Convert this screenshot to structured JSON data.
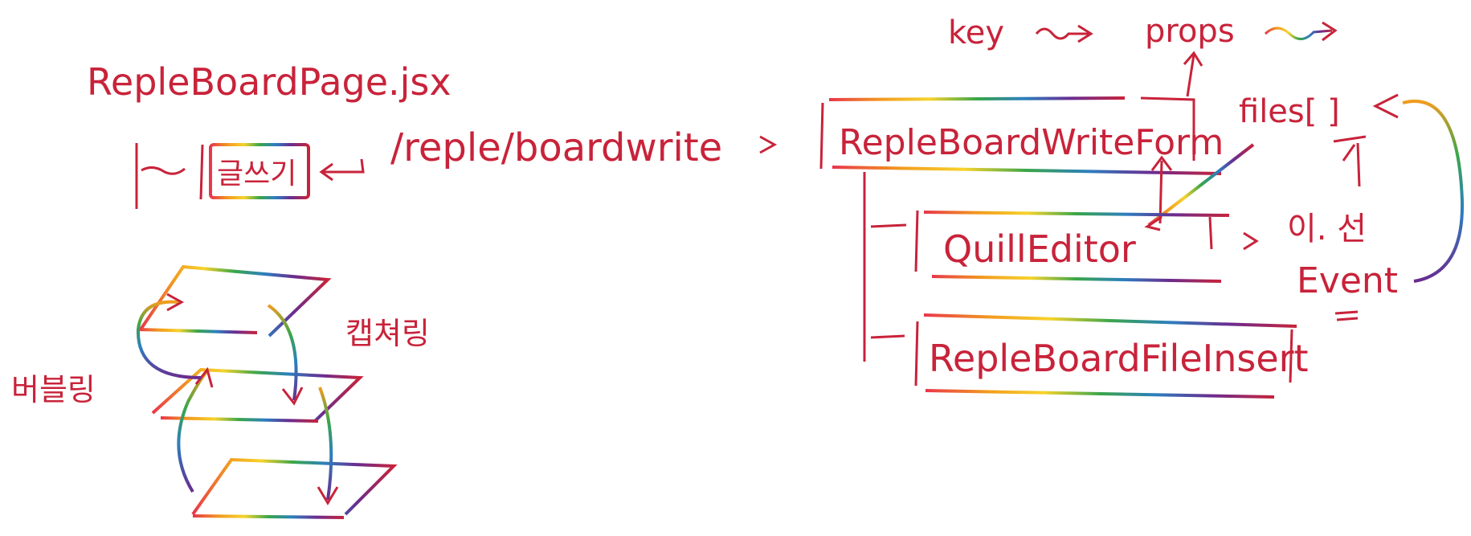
{
  "labels": {
    "page_file": "RepleBoardPage.jsx",
    "write_button": "글쓰기",
    "route": "/reple/boardwrite",
    "write_form": "RepleBoardWriteForm",
    "key": "key",
    "props": "props",
    "files": "files[ ]",
    "quill": "QuillEditor",
    "file_insert": "RepleBoardFileInsert",
    "event_ko": "이. 선",
    "event_en": "Event",
    "bubbling": "버블링",
    "capturing": "캡쳐링"
  },
  "colors": {
    "ink": "#c8233a",
    "rainbow": [
      "#e8364a",
      "#f29c1f",
      "#f6d32c",
      "#3aa64a",
      "#2c7fbf",
      "#6a2c8f",
      "#c8233a"
    ]
  }
}
